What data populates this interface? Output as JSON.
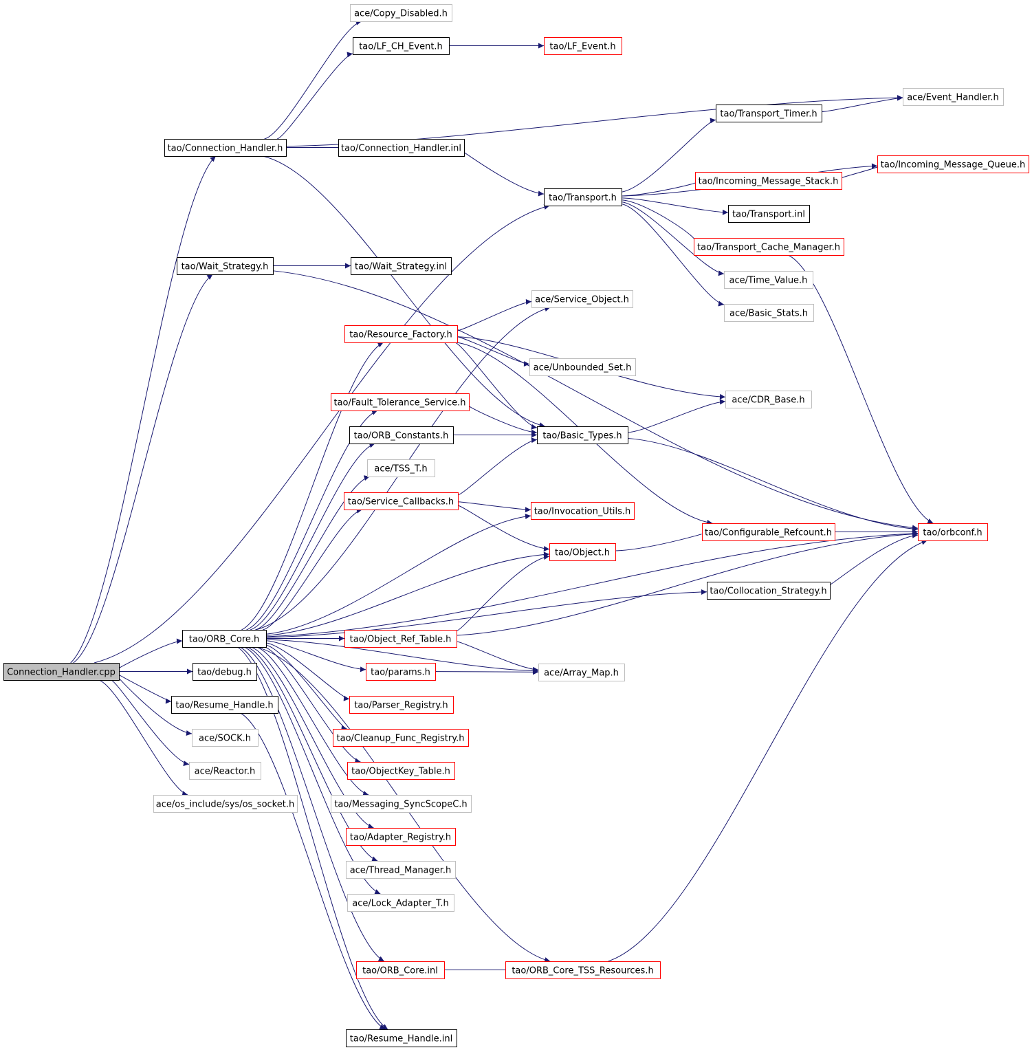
{
  "colors": {
    "edge": "#191970",
    "border_documented": "#000000",
    "border_undocumented": "#bfbfbf",
    "border_truncated": "#ff0000",
    "root_fill": "#bfbfbf",
    "node_fill": "#ffffff"
  },
  "nodes": [
    {
      "id": "root",
      "label": "Connection_Handler.cpp",
      "style": "root"
    },
    {
      "id": "copy_disabled",
      "label": "ace/Copy_Disabled.h",
      "style": "undocumented"
    },
    {
      "id": "lf_ch_event",
      "label": "tao/LF_CH_Event.h",
      "style": "documented"
    },
    {
      "id": "lf_event",
      "label": "tao/LF_Event.h",
      "style": "truncated"
    },
    {
      "id": "event_handler",
      "label": "ace/Event_Handler.h",
      "style": "undocumented"
    },
    {
      "id": "transport_timer",
      "label": "tao/Transport_Timer.h",
      "style": "documented"
    },
    {
      "id": "conn_handler_h",
      "label": "tao/Connection_Handler.h",
      "style": "documented"
    },
    {
      "id": "conn_handler_inl",
      "label": "tao/Connection_Handler.inl",
      "style": "documented"
    },
    {
      "id": "incoming_queue",
      "label": "tao/Incoming_Message_Queue.h",
      "style": "truncated"
    },
    {
      "id": "incoming_stack",
      "label": "tao/Incoming_Message_Stack.h",
      "style": "truncated"
    },
    {
      "id": "transport_h",
      "label": "tao/Transport.h",
      "style": "documented"
    },
    {
      "id": "transport_inl",
      "label": "tao/Transport.inl",
      "style": "documented"
    },
    {
      "id": "wait_strategy_h",
      "label": "tao/Wait_Strategy.h",
      "style": "documented"
    },
    {
      "id": "transport_cache",
      "label": "tao/Transport_Cache_Manager.h",
      "style": "truncated"
    },
    {
      "id": "wait_strategy_inl",
      "label": "tao/Wait_Strategy.inl",
      "style": "documented"
    },
    {
      "id": "time_value",
      "label": "ace/Time_Value.h",
      "style": "undocumented"
    },
    {
      "id": "service_object",
      "label": "ace/Service_Object.h",
      "style": "undocumented"
    },
    {
      "id": "basic_stats",
      "label": "ace/Basic_Stats.h",
      "style": "undocumented"
    },
    {
      "id": "resource_factory",
      "label": "tao/Resource_Factory.h",
      "style": "truncated"
    },
    {
      "id": "unbounded_set",
      "label": "ace/Unbounded_Set.h",
      "style": "undocumented"
    },
    {
      "id": "cdr_base",
      "label": "ace/CDR_Base.h",
      "style": "undocumented"
    },
    {
      "id": "fault_tolerance",
      "label": "tao/Fault_Tolerance_Service.h",
      "style": "truncated"
    },
    {
      "id": "orb_constants",
      "label": "tao/ORB_Constants.h",
      "style": "documented"
    },
    {
      "id": "basic_types",
      "label": "tao/Basic_Types.h",
      "style": "documented"
    },
    {
      "id": "tss_t",
      "label": "ace/TSS_T.h",
      "style": "undocumented"
    },
    {
      "id": "service_callbacks",
      "label": "tao/Service_Callbacks.h",
      "style": "truncated"
    },
    {
      "id": "invocation_utils",
      "label": "tao/Invocation_Utils.h",
      "style": "truncated"
    },
    {
      "id": "configurable_refcount",
      "label": "tao/Configurable_Refcount.h",
      "style": "truncated"
    },
    {
      "id": "orbconf",
      "label": "tao/orbconf.h",
      "style": "truncated"
    },
    {
      "id": "object_h",
      "label": "tao/Object.h",
      "style": "truncated"
    },
    {
      "id": "collocation_strategy",
      "label": "tao/Collocation_Strategy.h",
      "style": "documented"
    },
    {
      "id": "orb_core_h",
      "label": "tao/ORB_Core.h",
      "style": "documented"
    },
    {
      "id": "object_ref_table",
      "label": "tao/Object_Ref_Table.h",
      "style": "truncated"
    },
    {
      "id": "debug_h",
      "label": "tao/debug.h",
      "style": "documented"
    },
    {
      "id": "params_h",
      "label": "tao/params.h",
      "style": "truncated"
    },
    {
      "id": "array_map",
      "label": "ace/Array_Map.h",
      "style": "undocumented"
    },
    {
      "id": "resume_handle_h",
      "label": "tao/Resume_Handle.h",
      "style": "documented"
    },
    {
      "id": "parser_registry",
      "label": "tao/Parser_Registry.h",
      "style": "truncated"
    },
    {
      "id": "sock_h",
      "label": "ace/SOCK.h",
      "style": "undocumented"
    },
    {
      "id": "cleanup_func",
      "label": "tao/Cleanup_Func_Registry.h",
      "style": "truncated"
    },
    {
      "id": "reactor_h",
      "label": "ace/Reactor.h",
      "style": "undocumented"
    },
    {
      "id": "objectkey_table",
      "label": "tao/ObjectKey_Table.h",
      "style": "truncated"
    },
    {
      "id": "os_socket",
      "label": "ace/os_include/sys/os_socket.h",
      "style": "undocumented"
    },
    {
      "id": "messaging_syncscope",
      "label": "tao/Messaging_SyncScopeC.h",
      "style": "undocumented"
    },
    {
      "id": "adapter_registry",
      "label": "tao/Adapter_Registry.h",
      "style": "truncated"
    },
    {
      "id": "thread_manager",
      "label": "ace/Thread_Manager.h",
      "style": "undocumented"
    },
    {
      "id": "lock_adapter",
      "label": "ace/Lock_Adapter_T.h",
      "style": "undocumented"
    },
    {
      "id": "orb_core_inl",
      "label": "tao/ORB_Core.inl",
      "style": "truncated"
    },
    {
      "id": "orb_core_tss",
      "label": "tao/ORB_Core_TSS_Resources.h",
      "style": "truncated"
    },
    {
      "id": "resume_handle_inl",
      "label": "tao/Resume_Handle.inl",
      "style": "documented"
    }
  ],
  "edges": [
    [
      "root",
      "conn_handler_h"
    ],
    [
      "root",
      "transport_h"
    ],
    [
      "root",
      "wait_strategy_h"
    ],
    [
      "root",
      "orb_core_h"
    ],
    [
      "root",
      "debug_h"
    ],
    [
      "root",
      "resume_handle_h"
    ],
    [
      "root",
      "sock_h"
    ],
    [
      "root",
      "reactor_h"
    ],
    [
      "root",
      "os_socket"
    ],
    [
      "conn_handler_h",
      "copy_disabled"
    ],
    [
      "conn_handler_h",
      "lf_ch_event"
    ],
    [
      "conn_handler_h",
      "event_handler"
    ],
    [
      "conn_handler_h",
      "conn_handler_inl"
    ],
    [
      "conn_handler_h",
      "basic_types"
    ],
    [
      "lf_ch_event",
      "lf_event"
    ],
    [
      "conn_handler_inl",
      "transport_h"
    ],
    [
      "transport_timer",
      "event_handler"
    ],
    [
      "transport_h",
      "transport_timer"
    ],
    [
      "transport_h",
      "incoming_queue"
    ],
    [
      "transport_h",
      "incoming_stack"
    ],
    [
      "transport_h",
      "transport_inl"
    ],
    [
      "transport_h",
      "transport_cache"
    ],
    [
      "transport_h",
      "time_value"
    ],
    [
      "transport_h",
      "basic_stats"
    ],
    [
      "incoming_stack",
      "incoming_queue"
    ],
    [
      "transport_cache",
      "orbconf"
    ],
    [
      "wait_strategy_h",
      "wait_strategy_inl"
    ],
    [
      "wait_strategy_h",
      "orbconf"
    ],
    [
      "orb_core_h",
      "service_object"
    ],
    [
      "orb_core_h",
      "resource_factory"
    ],
    [
      "orb_core_h",
      "fault_tolerance"
    ],
    [
      "orb_core_h",
      "orb_constants"
    ],
    [
      "orb_core_h",
      "tss_t"
    ],
    [
      "orb_core_h",
      "service_callbacks"
    ],
    [
      "orb_core_h",
      "invocation_utils"
    ],
    [
      "orb_core_h",
      "object_h"
    ],
    [
      "orb_core_h",
      "collocation_strategy"
    ],
    [
      "orb_core_h",
      "object_ref_table"
    ],
    [
      "orb_core_h",
      "params_h"
    ],
    [
      "orb_core_h",
      "parser_registry"
    ],
    [
      "orb_core_h",
      "cleanup_func"
    ],
    [
      "orb_core_h",
      "objectkey_table"
    ],
    [
      "orb_core_h",
      "messaging_syncscope"
    ],
    [
      "orb_core_h",
      "adapter_registry"
    ],
    [
      "orb_core_h",
      "thread_manager"
    ],
    [
      "orb_core_h",
      "lock_adapter"
    ],
    [
      "orb_core_h",
      "array_map"
    ],
    [
      "orb_core_h",
      "orb_core_inl"
    ],
    [
      "orb_core_h",
      "orb_core_tss"
    ],
    [
      "orb_core_h",
      "resume_handle_inl"
    ],
    [
      "orb_core_h",
      "orbconf"
    ],
    [
      "resource_factory",
      "service_object"
    ],
    [
      "resource_factory",
      "unbounded_set"
    ],
    [
      "resource_factory",
      "cdr_base"
    ],
    [
      "resource_factory",
      "basic_types"
    ],
    [
      "resource_factory",
      "configurable_refcount"
    ],
    [
      "fault_tolerance",
      "basic_types"
    ],
    [
      "orb_constants",
      "basic_types"
    ],
    [
      "basic_types",
      "cdr_base"
    ],
    [
      "basic_types",
      "orbconf"
    ],
    [
      "service_callbacks",
      "basic_types"
    ],
    [
      "service_callbacks",
      "invocation_utils"
    ],
    [
      "service_callbacks",
      "object_h"
    ],
    [
      "object_h",
      "configurable_refcount"
    ],
    [
      "configurable_refcount",
      "orbconf"
    ],
    [
      "collocation_strategy",
      "orbconf"
    ],
    [
      "object_ref_table",
      "object_h"
    ],
    [
      "object_ref_table",
      "array_map"
    ],
    [
      "object_ref_table",
      "orbconf"
    ],
    [
      "params_h",
      "array_map"
    ],
    [
      "resume_handle_h",
      "resume_handle_inl"
    ],
    [
      "orb_core_inl",
      "orb_core_tss"
    ],
    [
      "orb_core_tss",
      "orbconf"
    ]
  ]
}
